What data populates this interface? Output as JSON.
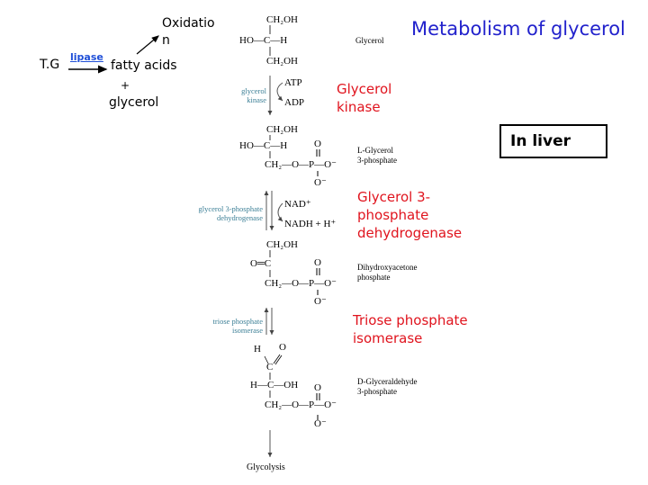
{
  "title": "Metabolism of glycerol",
  "location_box": "In liver",
  "overview": {
    "triglyceride": "T.G",
    "lipase": "lipase",
    "fatty_acids": "fatty acids",
    "oxidation": "Oxidatio",
    "oxidation_n": "n",
    "plus": "+",
    "glycerol": "glycerol"
  },
  "molecules": {
    "glycerol": {
      "name": "Glycerol",
      "rows": [
        "CH₂OH",
        "HO—C—H",
        "CH₂OH"
      ]
    },
    "g3p": {
      "name_line1": "L-Glycerol",
      "name_line2": "3-phosphate",
      "rows": [
        "CH₂OH",
        "HO—C—H",
        "CH₂—O—P—O⁻"
      ],
      "o_top": "O",
      "o_bottom": "O⁻"
    },
    "dhap": {
      "name_line1": "Dihydroxyacetone",
      "name_line2": "phosphate",
      "rows": [
        "CH₂OH",
        "O═C",
        "CH₂—O—P—O⁻"
      ],
      "o_top": "O",
      "o_bottom": "O⁻"
    },
    "gap": {
      "name_line1": "D-Glyceraldehyde",
      "name_line2": "3-phosphate",
      "rows": [
        "H",
        "C",
        "H—C—OH",
        "CH₂—O—P—O⁻"
      ],
      "aldehyde_o": "O",
      "o_top": "O",
      "o_bottom": "O⁻"
    },
    "glycolysis": "Glycolysis"
  },
  "steps": {
    "kinase": {
      "enzyme_small_line1": "glycerol",
      "enzyme_small_line2": "kinase",
      "cofactor_in": "ATP",
      "cofactor_out": "ADP",
      "label_line1": "Glycerol",
      "label_line2": "kinase"
    },
    "dehydrogenase": {
      "enzyme_small_line1": "glycerol 3-phosphate",
      "enzyme_small_line2": "dehydrogenase",
      "cofactor_in": "NAD⁺",
      "cofactor_out": "NADH + H⁺",
      "label_line1": "Glycerol 3-",
      "label_line2": "phosphate",
      "label_line3": "dehydrogenase"
    },
    "isomerase": {
      "enzyme_small_line1": "triose phosphate",
      "enzyme_small_line2": "isomerase",
      "label_line1": "Triose phosphate",
      "label_line2": "isomerase"
    }
  }
}
